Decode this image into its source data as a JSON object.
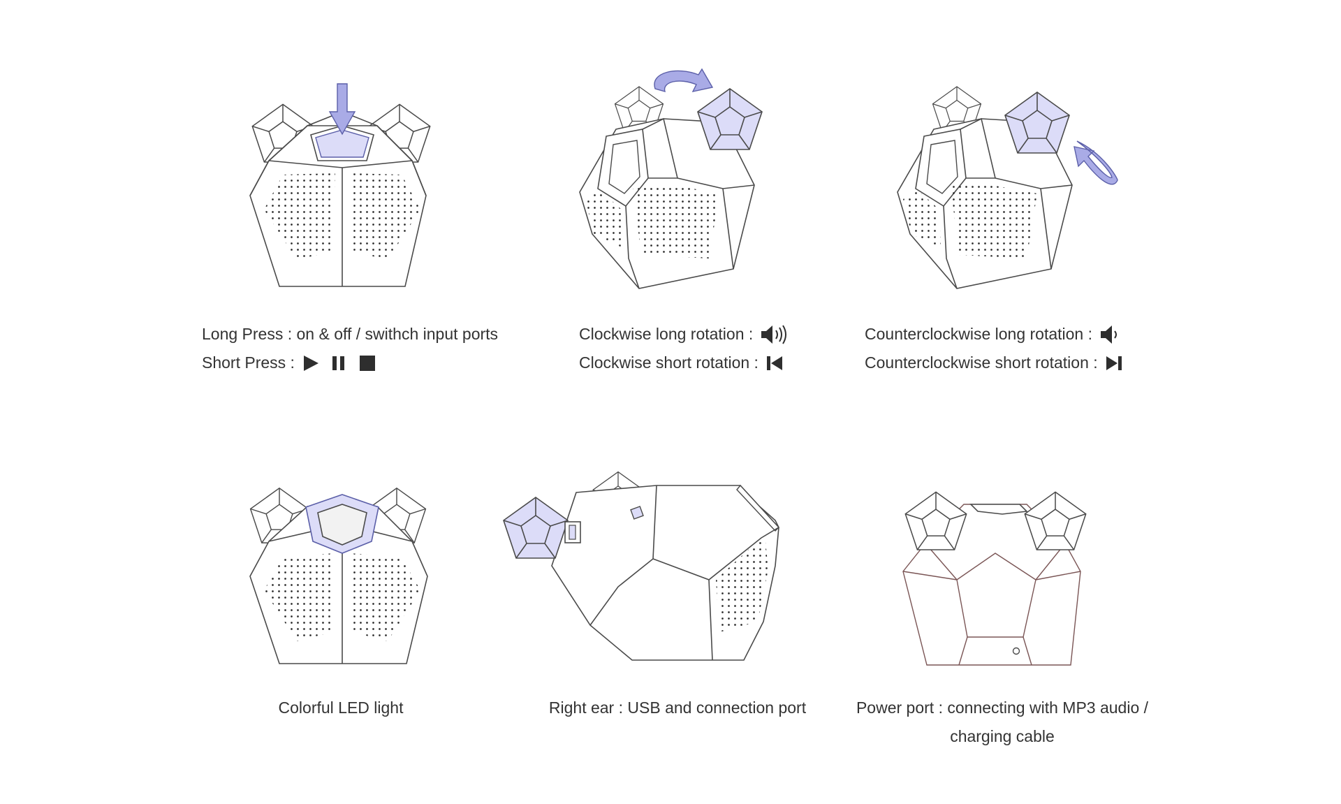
{
  "colors": {
    "outline": "#4a4a4a",
    "accent_fill": "#dcdcf8",
    "accent_stroke": "#5b5fa8",
    "arrow_fill": "#a9abe6",
    "text": "#333333",
    "icon": "#2e2e2e",
    "rear_outline": "#7a5555"
  },
  "panels": [
    {
      "id": "panel-center-press",
      "illustration": "front view, center button pressed (down-arrow-icon)",
      "lines": [
        {
          "text": "Long Press : on & off / swithch input ports",
          "icons": []
        },
        {
          "text": "Short Press :",
          "icons": [
            "play-icon",
            "pause-icon",
            "stop-icon"
          ]
        }
      ]
    },
    {
      "id": "panel-clockwise",
      "illustration": "three-quarter view, left ear rotating clockwise (rotate-clockwise-arrow-icon)",
      "lines": [
        {
          "text": "Clockwise long rotation :",
          "icons": [
            "volume-up-icon"
          ]
        },
        {
          "text": "Clockwise short rotation :",
          "icons": [
            "previous-track-icon"
          ]
        }
      ]
    },
    {
      "id": "panel-counterclockwise",
      "illustration": "three-quarter view, right ear rotating counterclockwise (rotate-counterclockwise-arrow-icon)",
      "lines": [
        {
          "text": "Counterclockwise long rotation :",
          "icons": [
            "volume-down-icon"
          ]
        },
        {
          "text": "Counterclockwise short rotation :",
          "icons": [
            "next-track-icon"
          ]
        }
      ]
    },
    {
      "id": "panel-led",
      "illustration": "front view, highlighted LED ring around top button",
      "lines": [
        {
          "text": "Colorful LED light",
          "icons": []
        }
      ]
    },
    {
      "id": "panel-usb",
      "illustration": "side view, detached right ear with USB plug",
      "lines": [
        {
          "text": "Right ear : USB and connection port",
          "icons": []
        }
      ]
    },
    {
      "id": "panel-power",
      "illustration": "rear view, small round power port",
      "lines": [
        {
          "text": "Power port : connecting with MP3 audio /",
          "icons": []
        },
        {
          "text": "charging cable",
          "icons": []
        }
      ]
    }
  ]
}
